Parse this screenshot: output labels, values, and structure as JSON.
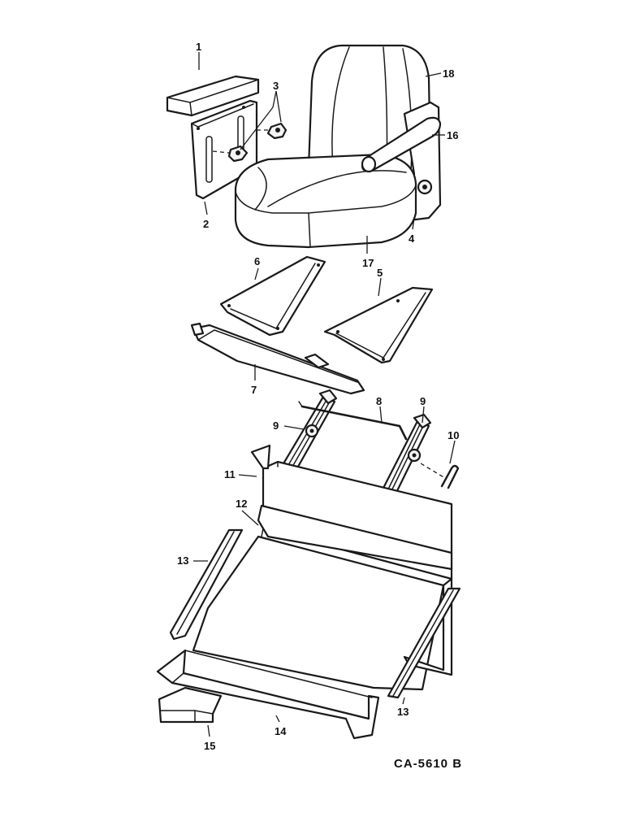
{
  "drawing_number": "CA-5610 B",
  "callouts": {
    "c1": "1",
    "c2": "2",
    "c3": "3",
    "c4": "4",
    "c5": "5",
    "c6": "6",
    "c7": "7",
    "c8": "8",
    "c9a": "9",
    "c9b": "9",
    "c10": "10",
    "c11": "11",
    "c12": "12",
    "c13a": "13",
    "c13b": "13",
    "c14": "14",
    "c15": "15",
    "c16": "16",
    "c17": "17",
    "c18": "18"
  }
}
